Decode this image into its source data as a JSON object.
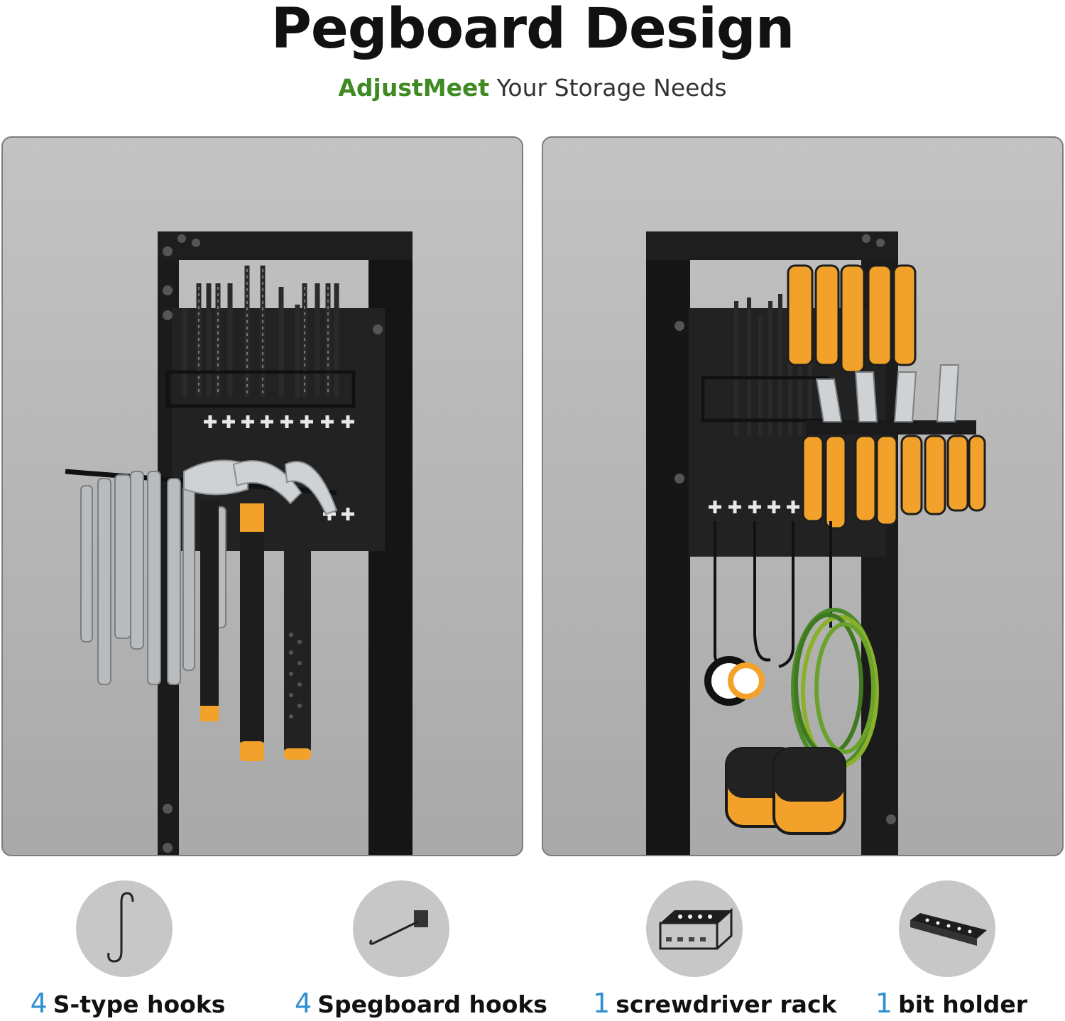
{
  "header": {
    "title": "Pegboard Design",
    "subtitle_accent": "AdjustMeet",
    "subtitle_rest": "Your Storage Needs"
  },
  "colors": {
    "accent_green": "#3f8a23",
    "quantity_blue": "#2f8fd0",
    "tool_orange": "#f2a22a",
    "frame_black": "#1b1b1b"
  },
  "accessories": [
    {
      "quantity": "4",
      "label": "S-type hooks",
      "icon": "s-hook-icon"
    },
    {
      "quantity": "4",
      "label": "Spegboard hooks",
      "icon": "pegboard-hook-icon"
    },
    {
      "quantity": "1",
      "label": "screwdriver rack",
      "icon": "screwdriver-rack-icon"
    },
    {
      "quantity": "1",
      "label": "bit holder",
      "icon": "bit-holder-icon"
    }
  ]
}
